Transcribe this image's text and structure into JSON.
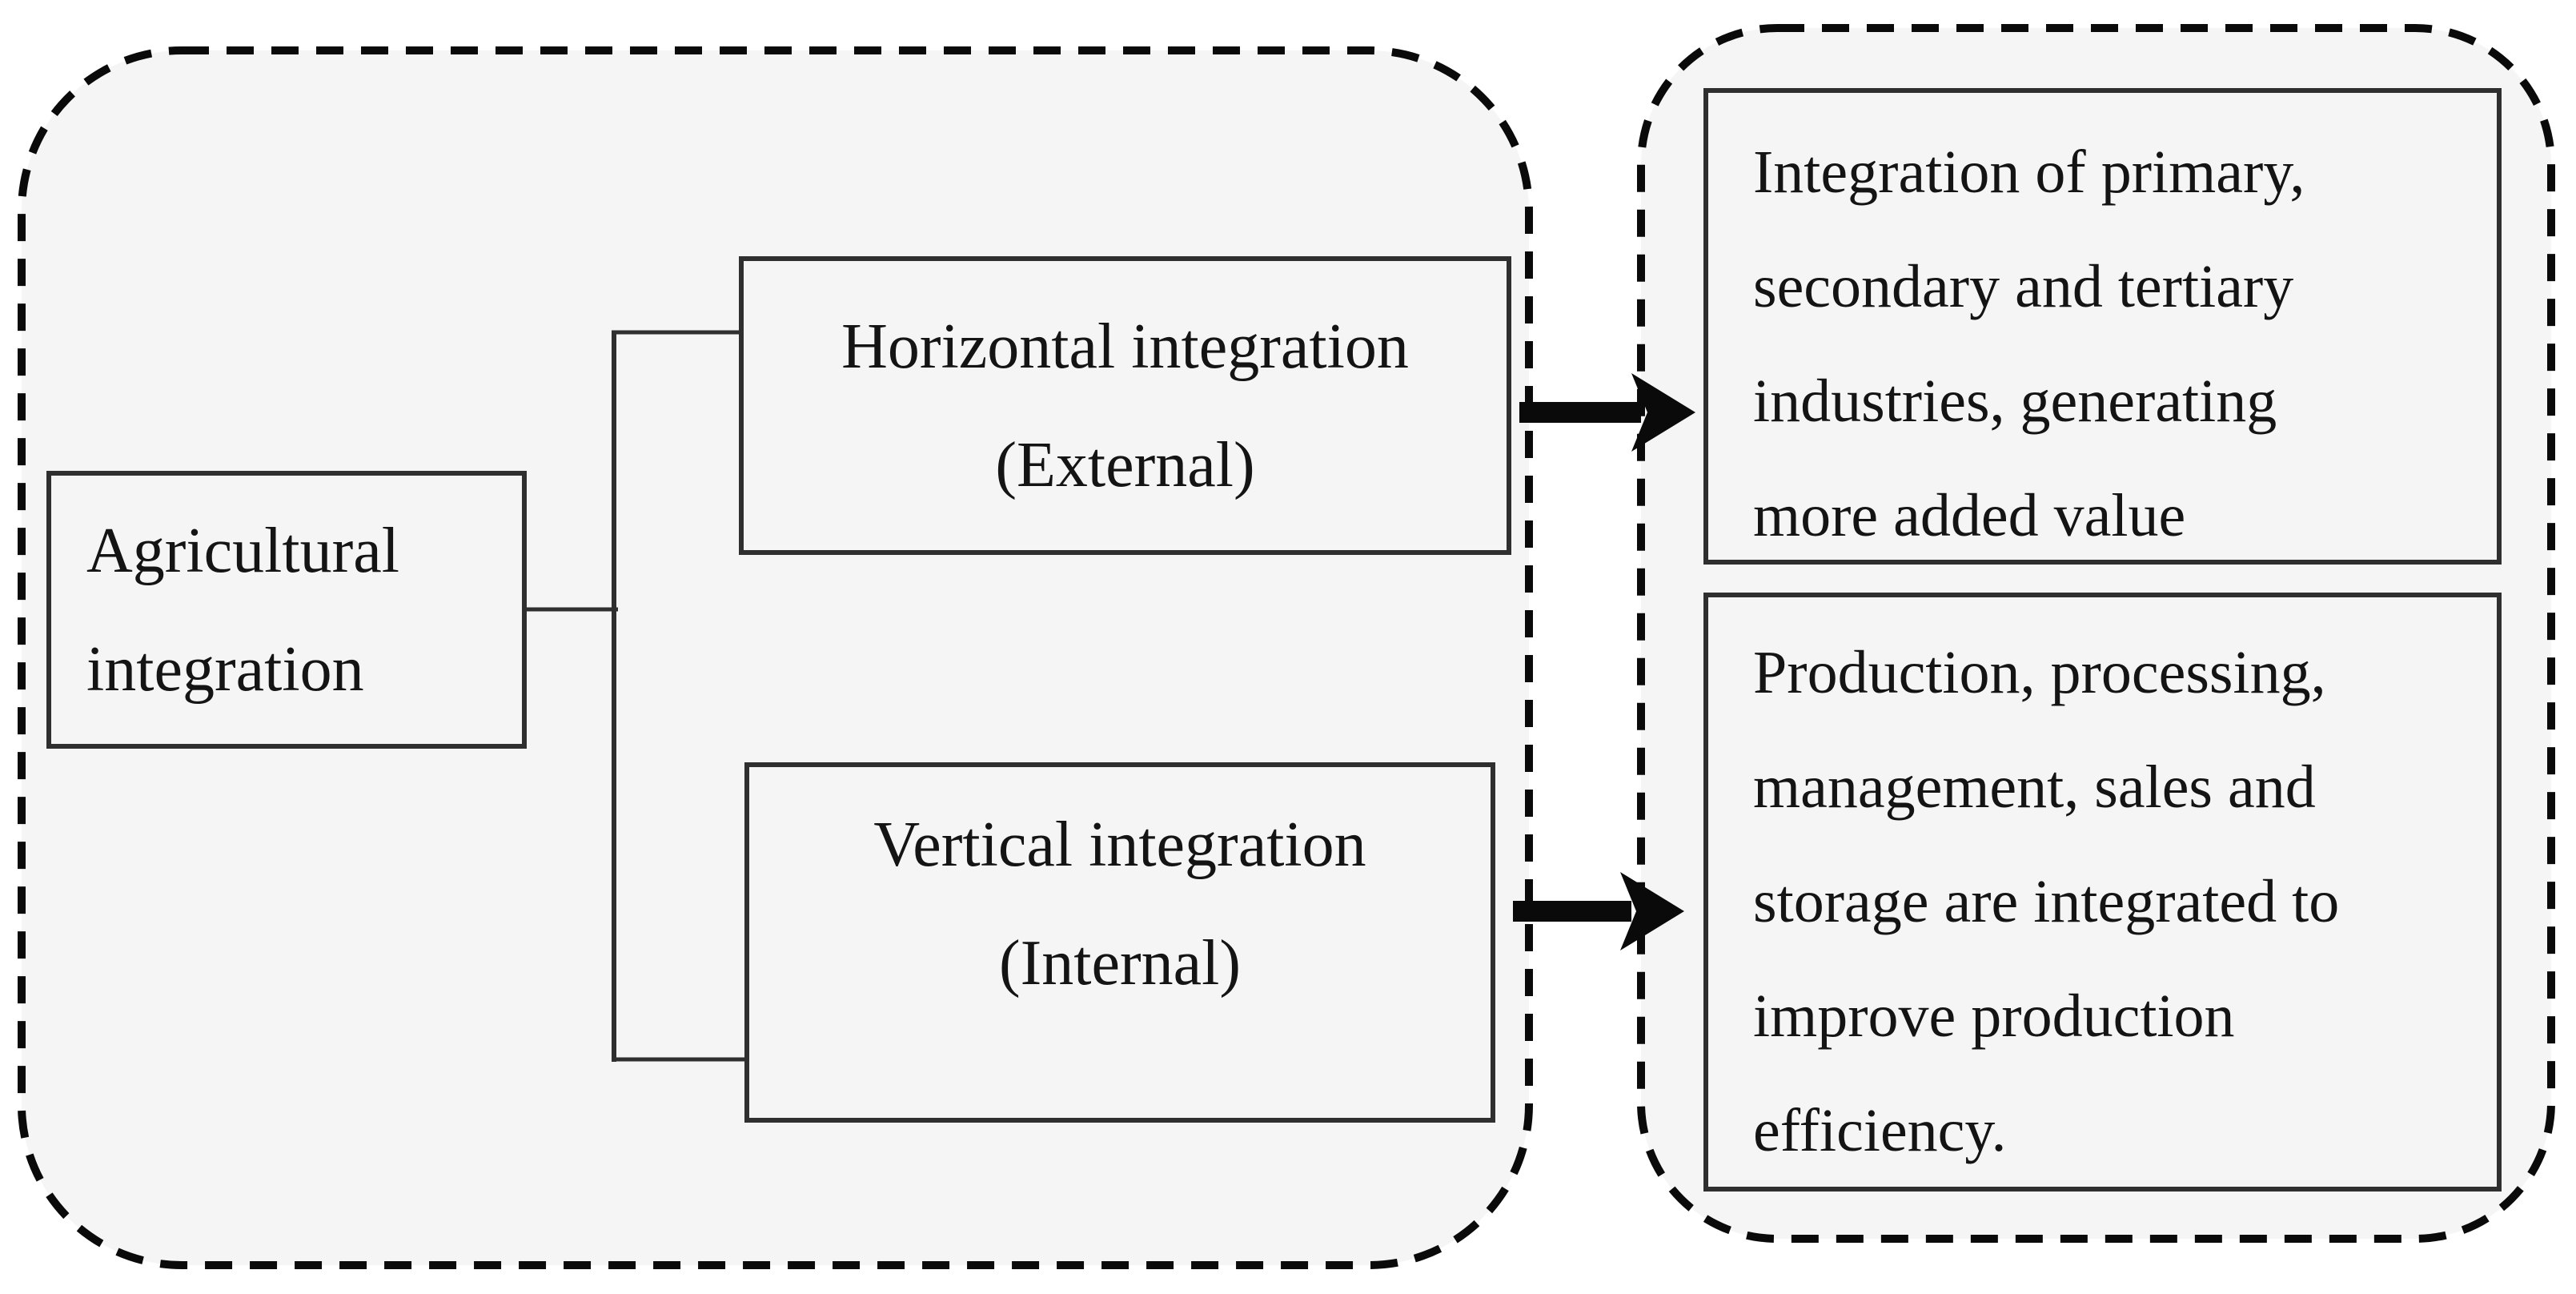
{
  "figure": {
    "type": "flow-diagram",
    "topic": "Agricultural integration"
  },
  "colors": {
    "page_bg": "#ffffff",
    "panel_fill": "#f5f5f5",
    "panel_dash_stroke": "#0a0a0a",
    "box_border": "#2f2f2f",
    "connector": "#2f2f2f",
    "arrow": "#0a0a0a",
    "text": "#141414"
  },
  "left_panel": {
    "root_box": {
      "lines": [
        "Agricultural",
        "integration"
      ]
    },
    "branch_boxes": [
      {
        "id": "horizontal",
        "lines": [
          "Horizontal integration",
          "(External)"
        ]
      },
      {
        "id": "vertical",
        "lines": [
          "Vertical integration",
          "(Internal)"
        ]
      }
    ]
  },
  "right_panel": {
    "outcome_boxes": [
      {
        "lines": [
          "Integration of primary,",
          "secondary and tertiary",
          "industries, generating",
          "more added value"
        ]
      },
      {
        "lines": [
          "Production, processing,",
          "management, sales and",
          "storage are integrated to",
          "improve production",
          "efficiency."
        ]
      }
    ]
  }
}
